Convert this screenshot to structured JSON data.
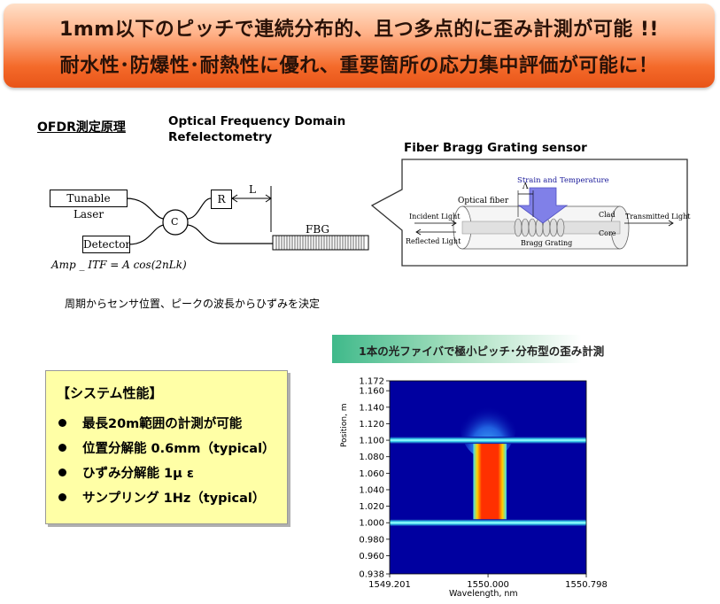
{
  "banner": {
    "line1": "1mm以下のピッチで連続分布的、且つ多点的に歪み計測が可能 !!",
    "line2": "耐水性･防爆性･耐熱性に優れ、重要箇所の応力集中評価が可能に！"
  },
  "ofdr": {
    "title": "OFDR測定原理",
    "english_line1": "Optical Frequency Domain",
    "english_line2": "Refelectometry",
    "laser": "Tunable Laser",
    "detector": "Detector",
    "coupler": "C",
    "reflector": "R",
    "length": "L",
    "fbg": "FBG",
    "formula": "Amp _ ITF = A cos(2nLk)",
    "caption": "周期からセンサ位置、ピークの波長からひずみを決定"
  },
  "fbg_sensor": {
    "title": "Fiber Bragg Grating sensor",
    "optical_fiber": "Optical fiber",
    "lambda": "Λ",
    "strain_temp": "Strain and Temperature",
    "incident": "Incident Light",
    "reflected": "Reflected Light",
    "transmitted": "Transmitted Light",
    "clad": "Clad",
    "core": "Core",
    "grating": "Bragg Grating"
  },
  "specs": {
    "title": "【システム性能】",
    "items": [
      "最長20m範囲の計測が可能",
      "位置分解能  0.6mm（typical）",
      "ひずみ分解能  1μ ε",
      "サンプリング  1Hz（typical）"
    ]
  },
  "chart_banner": "1本の光ファイバで極小ピッチ･分布型の歪み計測",
  "chart_data": {
    "type": "heatmap",
    "xlabel": "Wavelength, nm",
    "ylabel": "Position, m",
    "xticks": [
      "1549.201",
      "1550.000",
      "1550.798"
    ],
    "xlim": [
      1549.201,
      1550.798
    ],
    "ylim": [
      0.938,
      1.172
    ],
    "yticks": [
      "1.172",
      "1.160",
      "1.140",
      "1.120",
      "1.100",
      "1.080",
      "1.060",
      "1.040",
      "1.020",
      "1.000",
      "0.980",
      "0.960",
      "0.938"
    ],
    "ytick_values": [
      1.172,
      1.16,
      1.14,
      1.12,
      1.1,
      1.08,
      1.06,
      1.04,
      1.02,
      1.0,
      0.98,
      0.96,
      0.938
    ],
    "features": {
      "bands_at_position": [
        1.1,
        1.0
      ],
      "hot_region": {
        "x": [
          1549.88,
          1550.15
        ],
        "y": [
          1.0,
          1.1
        ]
      },
      "plume_above": {
        "x_center": 1550.0,
        "y": [
          1.1,
          1.172
        ]
      }
    },
    "colors": {
      "background": "#0000a0",
      "band": "#40e0f0",
      "hot": "#ff3000",
      "edge": "#ffd000"
    }
  }
}
